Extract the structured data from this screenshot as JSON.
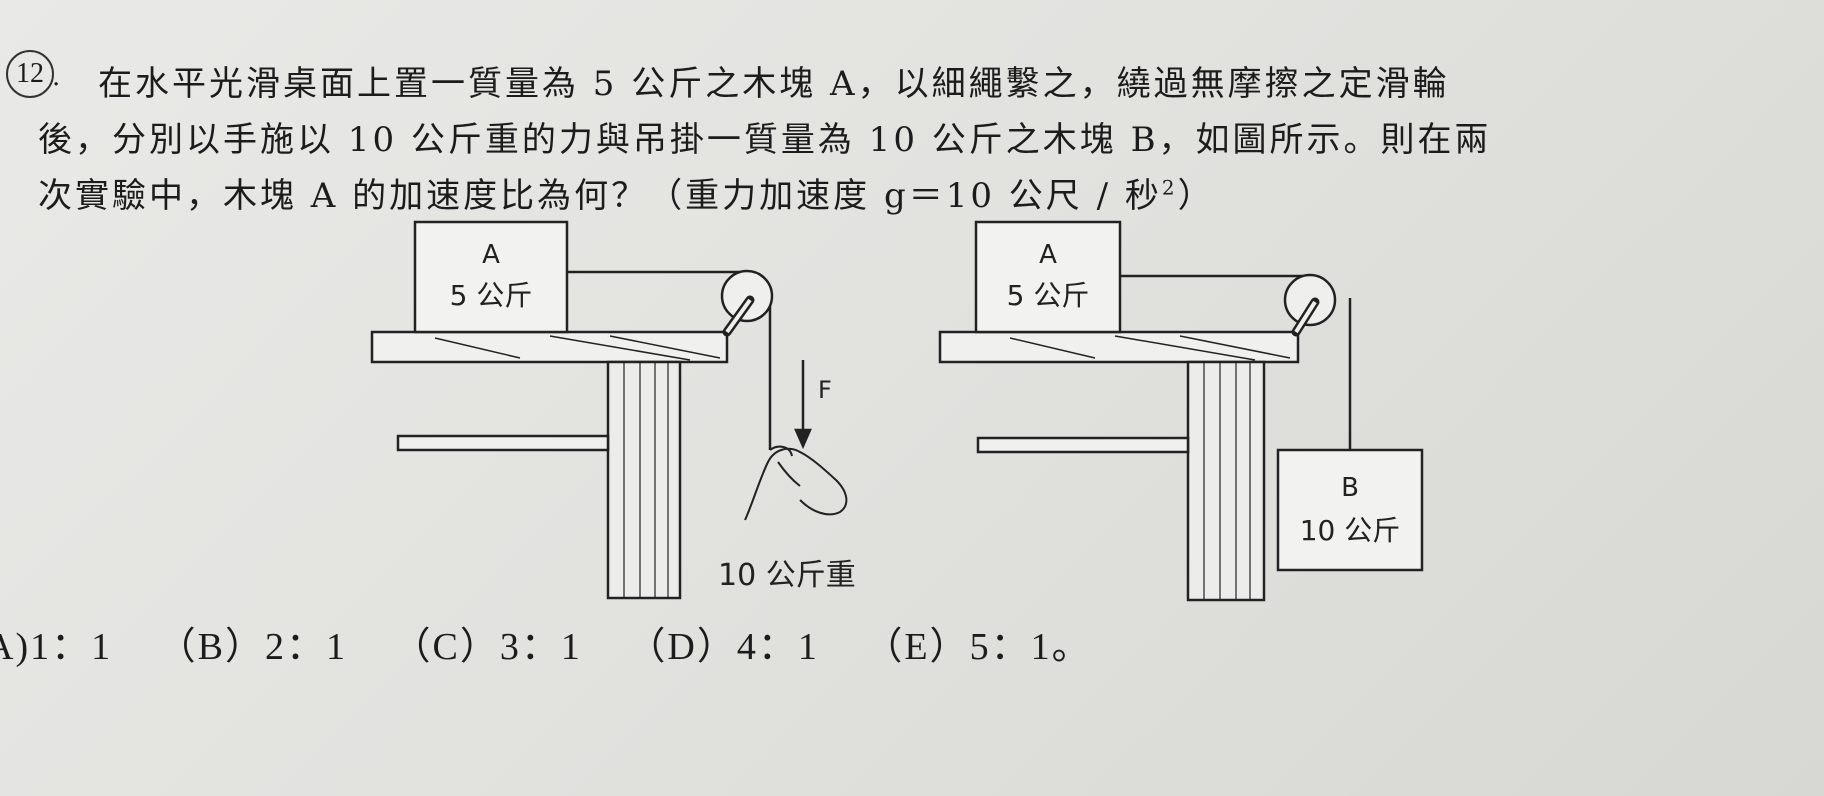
{
  "question": {
    "number": "12",
    "line1": "在水平光滑桌面上置一質量為 5 公斤之木塊 A，以細繩繫之，繞過無摩擦之定滑輪",
    "line2": "後，分別以手施以 10 公斤重的力與吊掛一質量為 10 公斤之木塊 B，如圖所示。則在兩",
    "line3": "次實驗中，木塊 A 的加速度比為何？（重力加速度 g＝10 公尺 / 秒",
    "line3_sup": "2",
    "line3_end": "）"
  },
  "figure": {
    "left": {
      "block_name": "A",
      "block_mass": "5 公斤",
      "force_label": "F",
      "force_value": "10 公斤重"
    },
    "right": {
      "block_name": "A",
      "block_mass": "5 公斤",
      "hanging_name": "B",
      "hanging_mass": "10 公斤"
    }
  },
  "options": [
    {
      "label": "A)",
      "value": "1：1"
    },
    {
      "label": "（B）",
      "value": "2：1"
    },
    {
      "label": "（C）",
      "value": "3：1"
    },
    {
      "label": "（D）",
      "value": "4：1"
    },
    {
      "label": "（E）",
      "value": "5：1。"
    }
  ]
}
